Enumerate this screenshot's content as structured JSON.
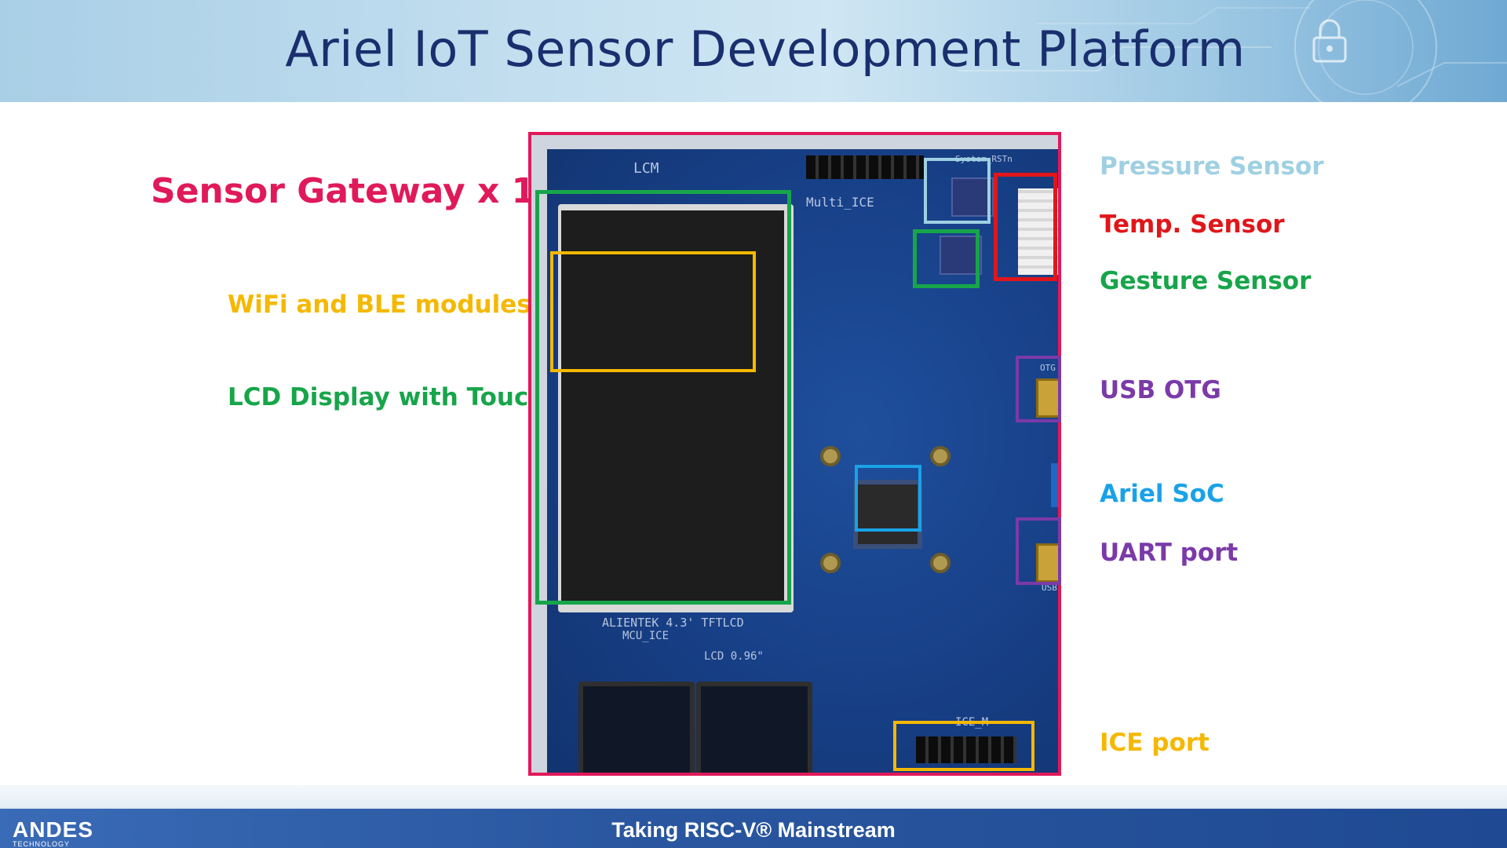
{
  "title": "Ariel IoT Sensor Development Platform",
  "left_labels": {
    "gateway": "Sensor Gateway x 1",
    "wifi_ble": "WiFi and BLE modules",
    "lcd": "LCD Display with Touch"
  },
  "right_labels": {
    "pressure": "Pressure Sensor",
    "temp": "Temp. Sensor",
    "gesture": "Gesture Sensor",
    "usb_otg": "USB OTG",
    "soc": "Ariel SoC",
    "uart": "UART port",
    "ice": "ICE port"
  },
  "colors": {
    "title": "#1a2f6e",
    "gateway": "#e0195a",
    "wifi": "#f5b800",
    "lcd": "#17a54a",
    "pressure": "#9fd0e2",
    "temp": "#e0161a",
    "gesture": "#17a54a",
    "usb": "#7b3aa8",
    "soc": "#1aa2e8",
    "uart": "#7b3aa8",
    "ice": "#f5b800"
  },
  "board_silkscreen": {
    "lcm": "LCM",
    "multi_ice": "Multi_ICE",
    "system_rst": "System_RSTn",
    "alientek": "ALIENTEK 4.3' TFTLCD",
    "mcu_ice": "MCU_ICE",
    "lcd_096": "LCD 0.96\"",
    "ice_m": "ICE_M",
    "otg": "OTG",
    "usb": "USB"
  },
  "footer": {
    "tagline": "Taking RISC-V® Mainstream",
    "logo_main": "ANDES",
    "logo_sub": "TECHNOLOGY"
  },
  "icons": [
    "lock-icon"
  ]
}
